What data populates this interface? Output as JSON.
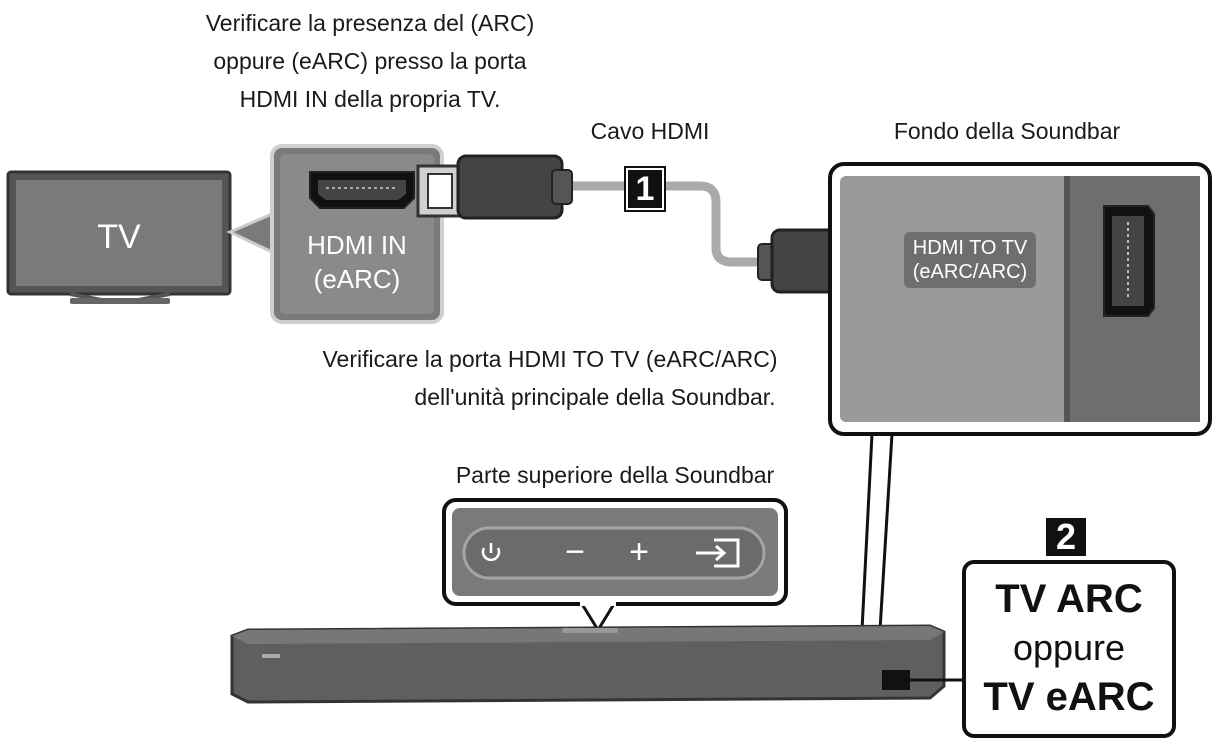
{
  "captions": {
    "tv_port_check": [
      "Verificare la presenza del (ARC)",
      "oppure (eARC) presso la porta",
      "HDMI IN della propria TV."
    ],
    "cable": "Cavo HDMI",
    "soundbar_bottom": "Fondo della Soundbar",
    "soundbar_port_check": [
      "Verificare la porta HDMI TO TV (eARC/ARC)",
      "dell'unità principale della Soundbar."
    ],
    "soundbar_top": "Parte superiore della Soundbar"
  },
  "tv": {
    "label": "TV"
  },
  "tv_port": {
    "line1": "HDMI IN",
    "line2": "(eARC)"
  },
  "soundbar_port": {
    "line1": "HDMI TO TV",
    "line2": "(eARC/ARC)"
  },
  "steps": {
    "one": "1",
    "two": "2"
  },
  "mode_box": {
    "line1": "TV ARC",
    "line2": "oppure",
    "line3": "TV eARC"
  },
  "buttons": {
    "minus": "−",
    "plus": "+"
  },
  "colors": {
    "panel_dark": "#6e6e6e",
    "panel_light": "#9a9a9a",
    "soundbar": "#5f5f5f",
    "cable": "#444444"
  }
}
